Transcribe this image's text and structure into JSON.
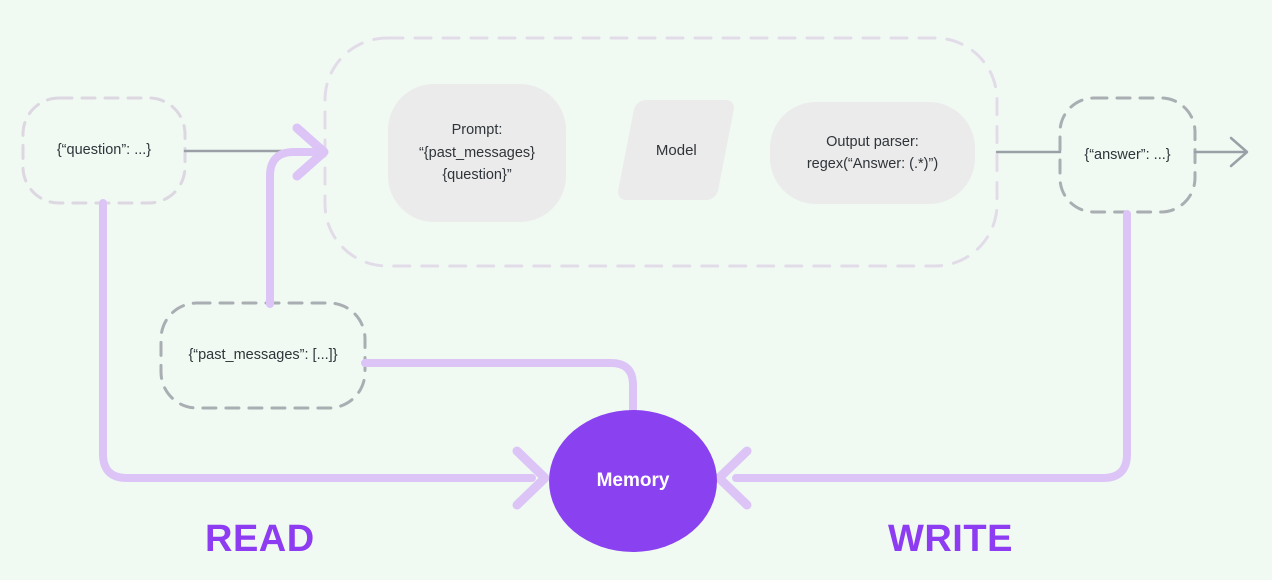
{
  "diagram": {
    "nodes": {
      "question": {
        "label": "{“question”: ...}",
        "shape": "dashed-rounded-rect"
      },
      "past_messages": {
        "label": "{“past_messages”: [...]}",
        "shape": "dashed-rounded-rect"
      },
      "answer": {
        "label": "{“answer”: ...}",
        "shape": "dashed-rounded-rect"
      },
      "prompt": {
        "label": "Prompt:\n“{past_messages}\n{question}”",
        "shape": "rounded-rect"
      },
      "model": {
        "label": "Model",
        "shape": "parallelogram"
      },
      "output_parser": {
        "label": "Output parser:\nregex(“Answer: (.*)”)",
        "shape": "rounded-rect"
      },
      "memory": {
        "label": "Memory",
        "shape": "ellipse"
      }
    },
    "captions": {
      "read": "READ",
      "write": "WRITE"
    },
    "colors": {
      "background": "#f0faf3",
      "node_fill_gray": "#ebebeb",
      "dashed_light": "#e2dce8",
      "dashed_gray": "#a9aeb2",
      "gray_connector": "#9aa0a5",
      "lavender_connector": "#dcc5f6",
      "memory_fill": "#8a42f0",
      "caption_purple": "#8d3cf2",
      "text_dark": "#2f3439"
    }
  }
}
